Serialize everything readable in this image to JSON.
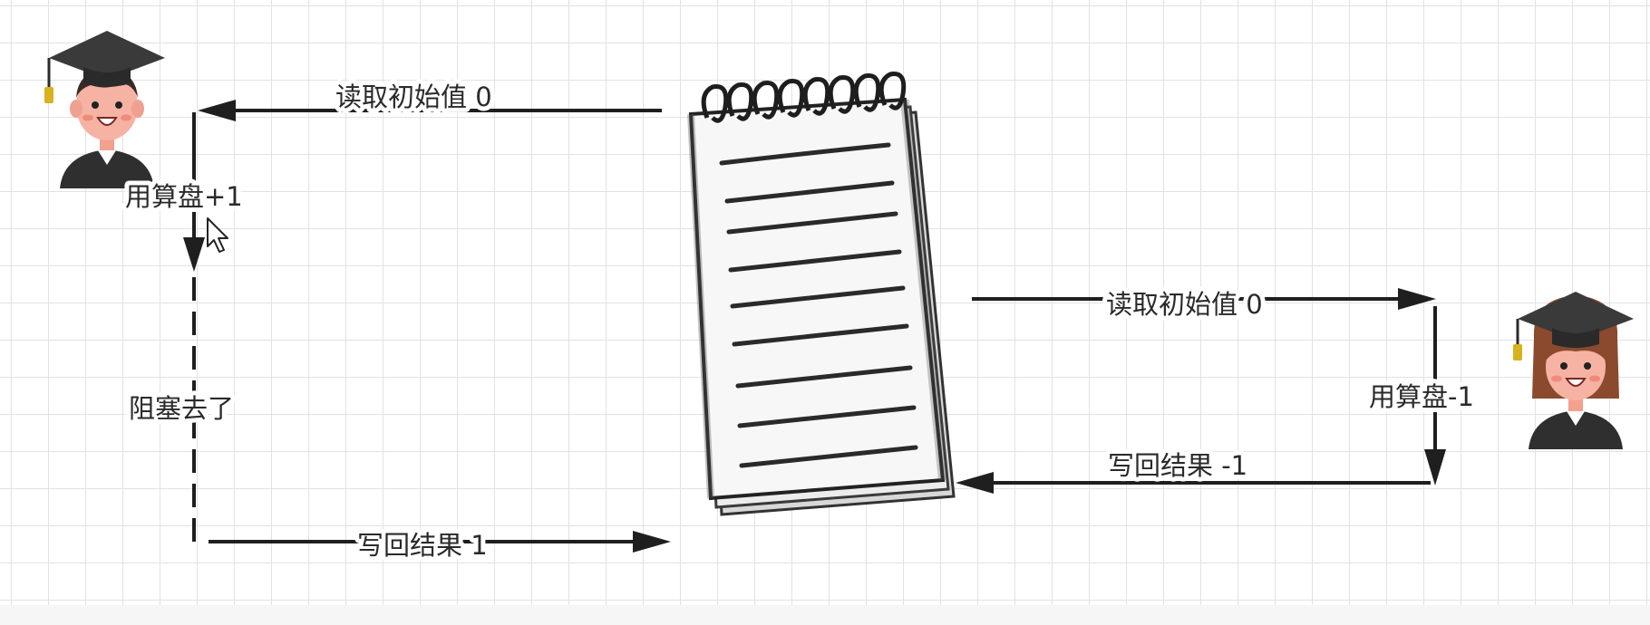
{
  "labels": {
    "left_read": "读取初始值 0",
    "left_compute": "用算盘+1",
    "left_blocked": "阻塞去了",
    "left_write": "写回结果 1",
    "right_read": "读取初始值 0",
    "right_compute": "用算盘-1",
    "right_write": "写回结果 -1"
  },
  "icons": {
    "left_actor": "graduate-boy-icon",
    "right_actor": "graduate-girl-icon",
    "notepad": "notepad-icon",
    "cursor": "mouse-pointer-icon"
  }
}
